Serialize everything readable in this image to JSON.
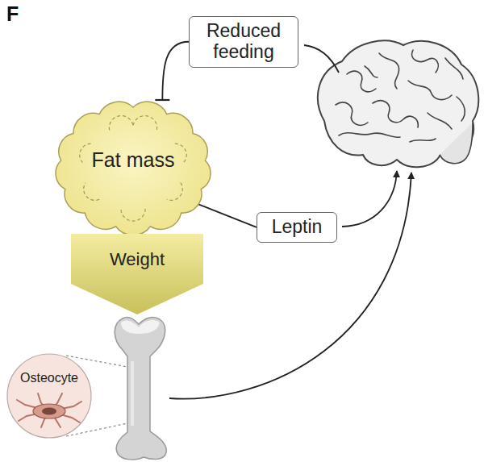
{
  "diagram": {
    "nodes": [
      {
        "text": [
          "Reduced feeding"
        ]
      },
      {
        "text": [
          "Fat mass"
        ]
      },
      {
        "text": [
          "Leptin"
        ]
      },
      {
        "text": [
          "Weight"
        ]
      },
      {
        "text": [
          "Osteocyte"
        ]
      }
    ],
    "edges": [
      {
        "from": 0,
        "to": 1,
        "arrow": "to"
      },
      {
        "from": 1,
        "to": 2,
        "arrow": "none"
      }
    ],
    "labels": [
      "F"
    ]
  }
}
